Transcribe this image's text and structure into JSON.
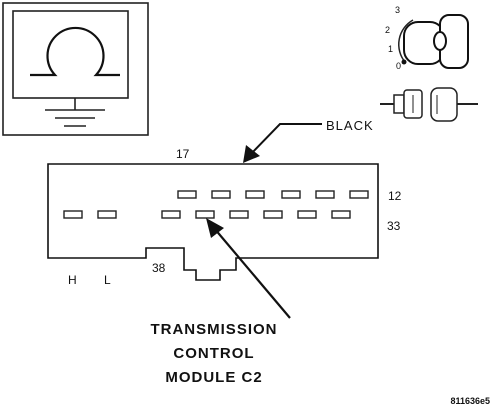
{
  "connector": {
    "color_label": "BLACK",
    "pin_numbers": {
      "top_center": "17",
      "row1_right": "12",
      "row2_right": "33",
      "bottom": "38"
    },
    "side_labels": {
      "h": "H",
      "l": "L"
    }
  },
  "ignition": {
    "positions": [
      "3",
      "2",
      "1",
      "0"
    ]
  },
  "callout": {
    "lines": [
      "TRANSMISSION",
      "CONTROL",
      "MODULE C2"
    ]
  },
  "figure_id": "811636e5"
}
